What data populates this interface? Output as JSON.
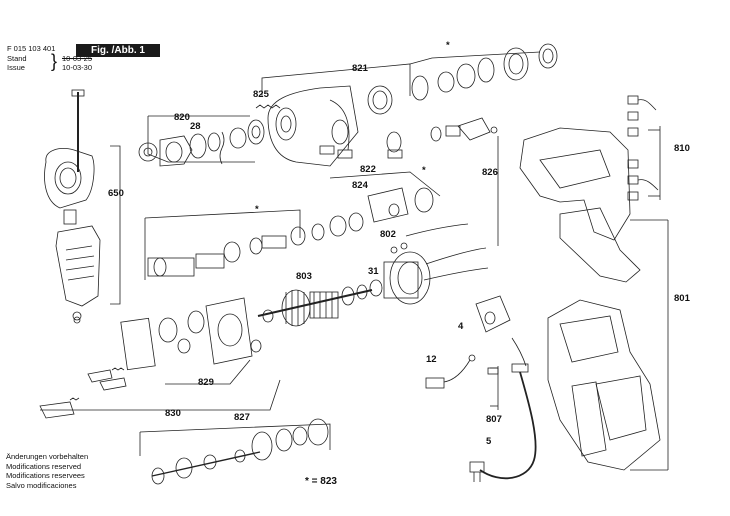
{
  "header": {
    "doc_number": "F 015 103 401",
    "stand_label": "Stand",
    "issue_label": "Issue",
    "stand_date": "10-03-25",
    "issue_date": "10-03-30",
    "figure_label": "Fig. /Abb. 1"
  },
  "parts": {
    "p650": "650",
    "p820": "820",
    "p28": "28",
    "p825": "825",
    "p821": "821",
    "p822": "822",
    "p824": "824",
    "p802": "802",
    "p803": "803",
    "p31": "31",
    "p829": "829",
    "p830": "830",
    "p827": "827",
    "p826": "826",
    "p810": "810",
    "p801": "801",
    "p4": "4",
    "p12": "12",
    "p807": "807",
    "p5": "5"
  },
  "asterisk": "*",
  "notes": [
    "Änderungen vorbehalten",
    "Modifications reserved",
    "Modifications reservees",
    "Salvo modificaciones"
  ],
  "legend": "* = 823"
}
